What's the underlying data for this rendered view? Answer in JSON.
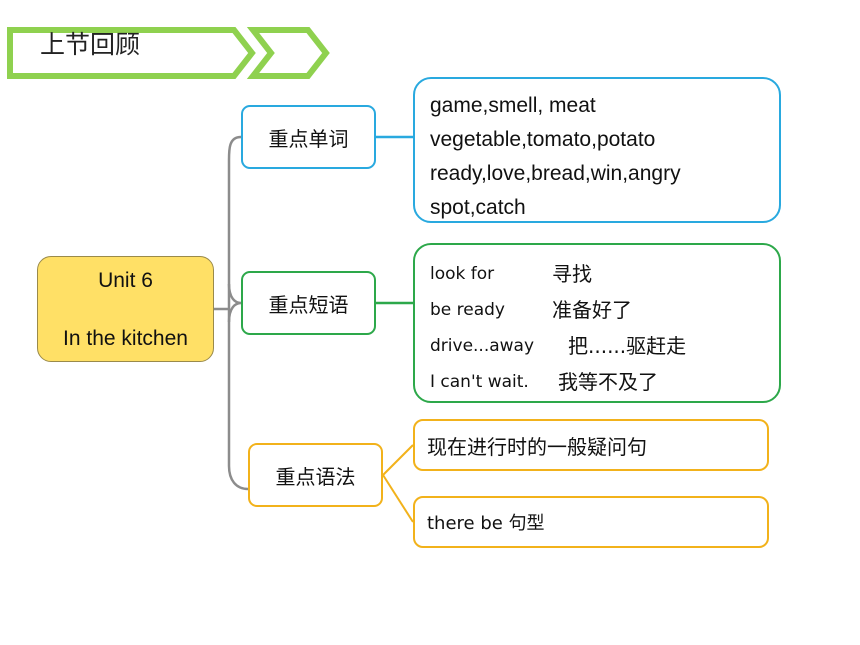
{
  "header": {
    "title": "上节回顾"
  },
  "colors": {
    "arrow_green": "#8fd14f",
    "words_blue": "#29a9df",
    "phrases_green": "#2da84a",
    "grammar_yellow": "#f2b21b",
    "root_fill": "#ffe066",
    "connector_gray": "#8c8c8c"
  },
  "root": {
    "line1": "Unit 6",
    "line2": "In the kitchen"
  },
  "branches": {
    "words": {
      "label": "重点单词",
      "lines": [
        "game,smell, meat",
        "vegetable,tomato,potato",
        "ready,love,bread,win,angry",
        "spot,catch"
      ]
    },
    "phrases": {
      "label": "重点短语",
      "rows": [
        {
          "en": "look for",
          "zh": "寻找"
        },
        {
          "en": "be ready",
          "zh": "准备好了"
        },
        {
          "en": "drive...away",
          "zh": "把......驱赶走"
        },
        {
          "en": "I can't wait.",
          "zh": "我等不及了"
        }
      ]
    },
    "grammar": {
      "label": "重点语法",
      "items": [
        "现在进行时的一般疑问句",
        "there be 句型"
      ]
    }
  }
}
